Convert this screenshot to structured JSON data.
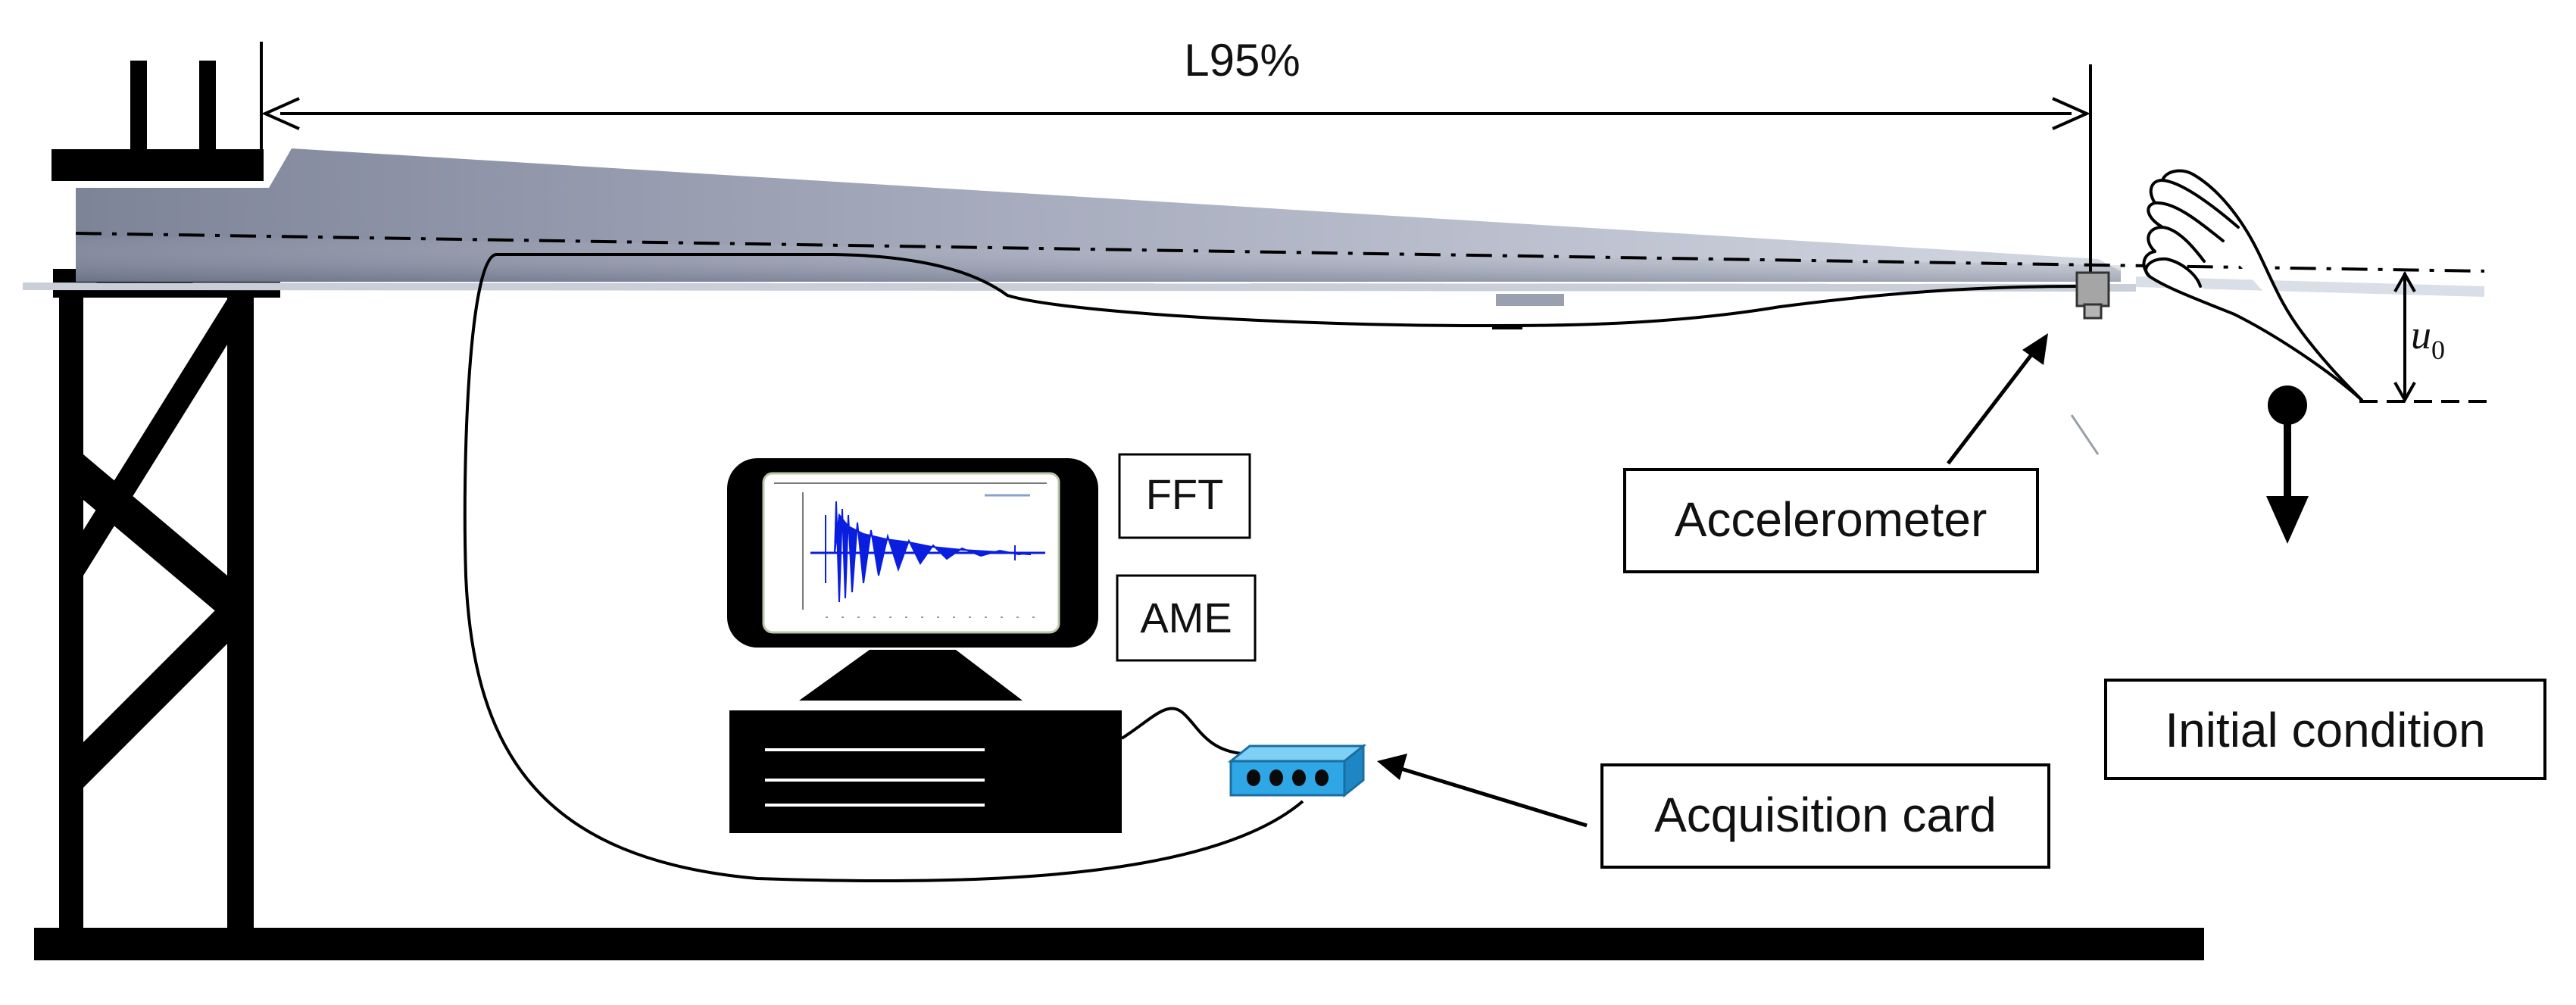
{
  "dimension": {
    "label": "L95%"
  },
  "displacement": {
    "symbol": "u",
    "subscript": "0"
  },
  "labels": {
    "fft": "FFT",
    "ame": "AME",
    "accelerometer": "Accelerometer",
    "acquisition_card": "Acquisition card",
    "initial_condition": "Initial condition"
  },
  "colors": {
    "structure": "#000000",
    "blade_fill": "#8a90a8",
    "card_fill": "#2fa6e6",
    "signal": "#0a1ee0"
  }
}
